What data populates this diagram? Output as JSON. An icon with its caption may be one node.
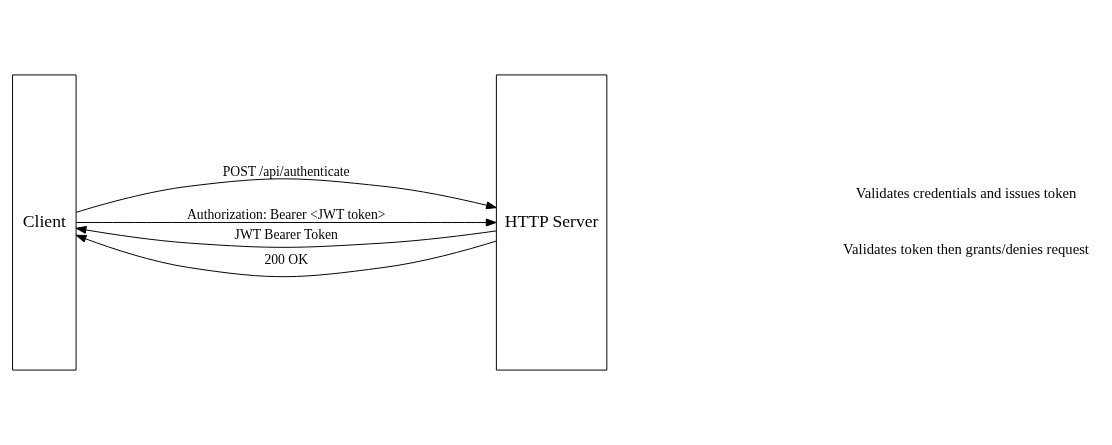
{
  "diagram": {
    "nodes": [
      {
        "text": [
          "Client"
        ]
      },
      {
        "text": [
          "HTTP Server"
        ],
        "beside": [
          "Validates credentials and issues token",
          "Validates token then grants/denies request"
        ]
      }
    ],
    "edges": [
      {
        "from": 0,
        "to": 1,
        "arrow": "to",
        "label": "POST /api/authenticate"
      },
      {
        "from": 1,
        "to": 0,
        "arrow": "to",
        "label": "JWT Bearer Token"
      },
      {
        "from": 0,
        "to": 1,
        "arrow": "to",
        "label": "Authorization: Bearer <JWT token>"
      },
      {
        "from": 1,
        "to": 0,
        "arrow": "to",
        "label": "200 OK"
      }
    ]
  }
}
